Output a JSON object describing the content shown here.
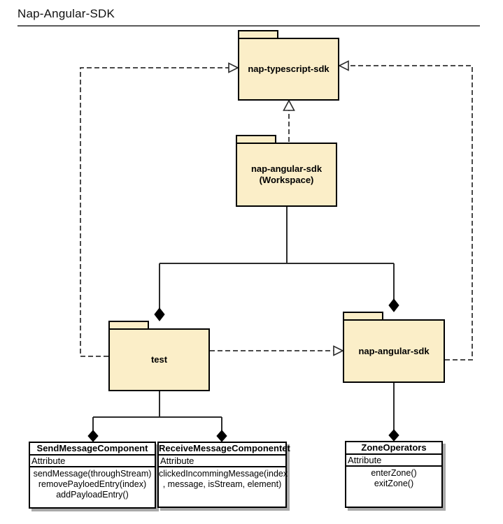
{
  "title": "Nap-Angular-SDK",
  "colors": {
    "package_fill": "#FBEEC8",
    "shape_border": "#000000",
    "solid_line": "#2b2b2b",
    "dashed_line": "#4a4a4a",
    "diamond_fill": "#000000",
    "triangle_fill": "#ffffff",
    "shadow": "#a9a9a9",
    "title_rule": "#5a5a5a",
    "title_text": "#111111"
  },
  "packages": {
    "typescript_sdk": {
      "label": "nap-typescript-sdk"
    },
    "workspace": {
      "label": "nap-angular-sdk",
      "sublabel": "(Workspace)"
    },
    "test": {
      "label": "test"
    },
    "angular_sdk": {
      "label": "nap-angular-sdk"
    }
  },
  "classes": {
    "send_message_component": {
      "name": "SendMessageComponent",
      "attribute_header": "Attribute",
      "methods": [
        "sendMessage(throughStream)",
        "removePayloedEntry(index)",
        "addPayloadEntry()"
      ]
    },
    "receive_message_component": {
      "name": "ReceiveMessageComponentet",
      "attribute_header": "Attribute",
      "methods": [
        "clickedIncommingMessage(index",
        ", message, isStream, element)"
      ]
    },
    "zone_operators": {
      "name": "ZoneOperators",
      "attribute_header": "Attribute",
      "methods": [
        "enterZone()",
        "exitZone()"
      ]
    }
  }
}
